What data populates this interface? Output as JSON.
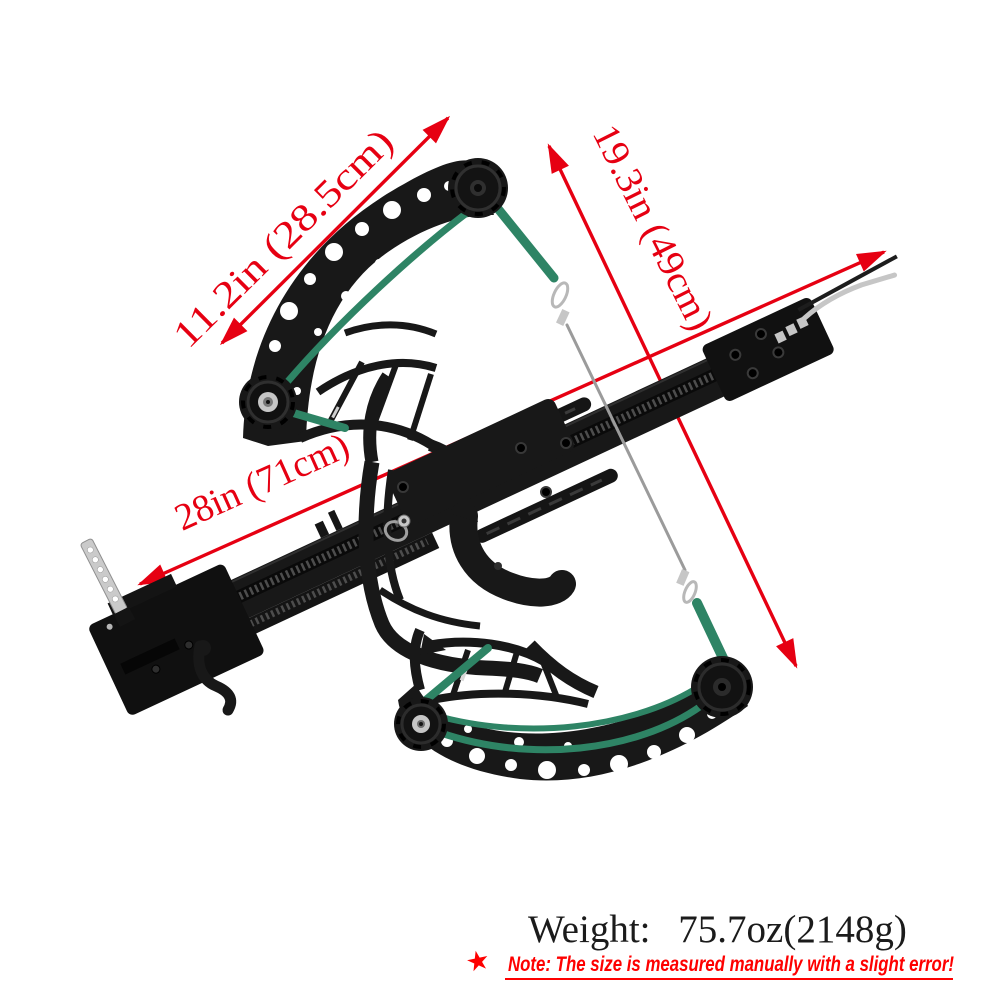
{
  "image": {
    "subject": "black compound pistol crossbow with green strings, annotated with red dimension arrows"
  },
  "colors": {
    "background": "#ffffff",
    "accent-red": "#e60012",
    "note-red": "#fe0000",
    "bow-black": "#181818",
    "string-green": "#2e8465",
    "cable-gray": "#9b9b9b",
    "metal-silver": "#c6c6c6",
    "text-black": "#1b1b1b"
  },
  "dimensions": {
    "limb_span": {
      "label": "11.2in (28.5cm)"
    },
    "string_axis": {
      "label": "19.3in (49cm)"
    },
    "overall_length": {
      "label": "28in (71cm)"
    }
  },
  "weight": {
    "label": "Weight:",
    "value": "75.7oz(2148g)"
  },
  "note": {
    "star": "★",
    "text": "Note: The size is measured manually with a slight error!"
  }
}
